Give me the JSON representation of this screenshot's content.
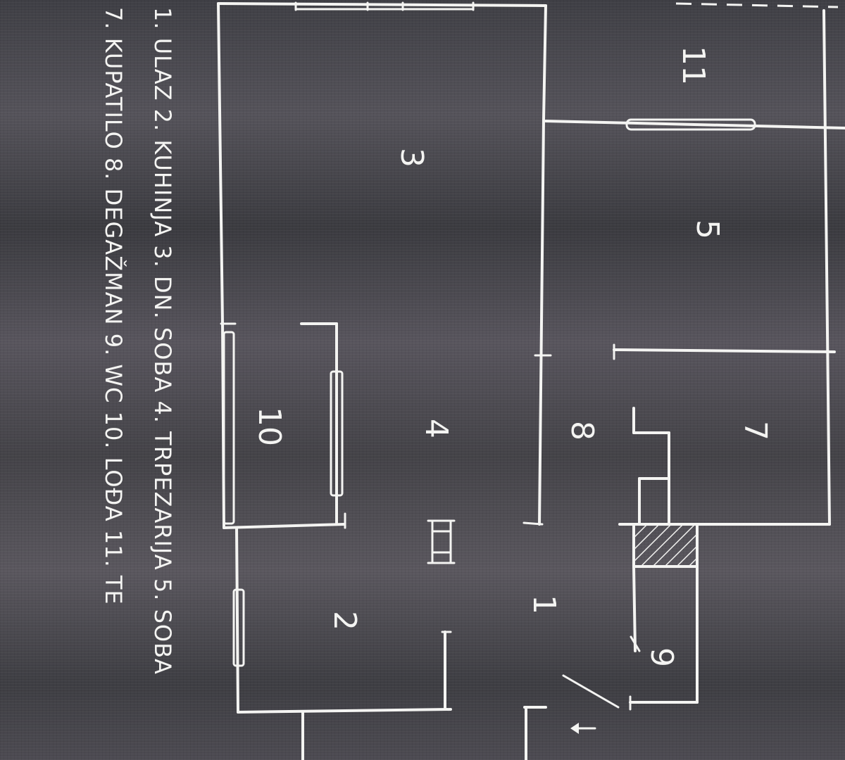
{
  "plan": {
    "rooms": [
      {
        "id": "room-1",
        "label": "1"
      },
      {
        "id": "room-2",
        "label": "2"
      },
      {
        "id": "room-3",
        "label": "3"
      },
      {
        "id": "room-4",
        "label": "4"
      },
      {
        "id": "room-5",
        "label": "5"
      },
      {
        "id": "room-7",
        "label": "7"
      },
      {
        "id": "room-8",
        "label": "8"
      },
      {
        "id": "room-9",
        "label": "9"
      },
      {
        "id": "room-10",
        "label": "10"
      },
      {
        "id": "room-11",
        "label": "11"
      }
    ]
  },
  "legend": {
    "line1": "1. ULAZ   2. KUHINJA   3. DN. SOBA   4. TRPEZARIJA   5. SOBA",
    "line2": "7. KUPATILO   8. DEGAŽMAN   9. WC   10. LOĐA   11. TE"
  },
  "colors": {
    "background": "#4a4950",
    "ink": "#f4f4f2",
    "hatch": "#f4f4f2"
  }
}
